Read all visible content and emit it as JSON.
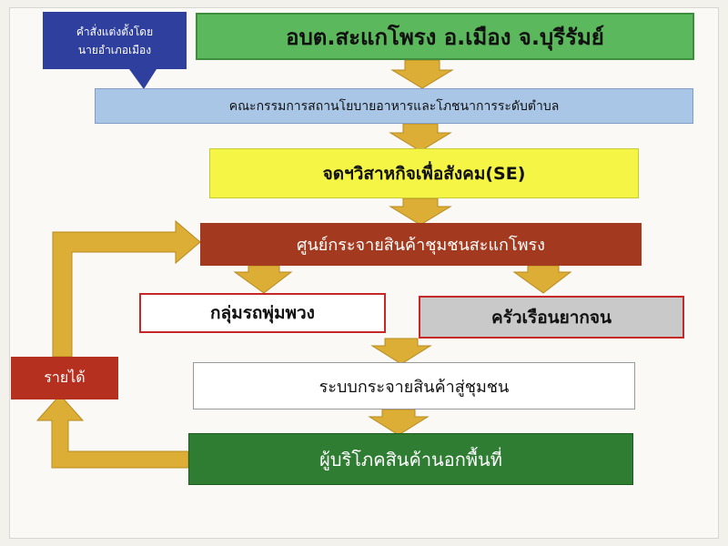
{
  "note": {
    "line1": "คำสั่งแต่งตั้งโดย",
    "line2": "นายอำเภอเมือง"
  },
  "boxes": {
    "top": "อบต.สะแกโพรง อ.เมือง จ.บุรีรัมย์",
    "committee": "คณะกรรมการสถานโยบายอาหารและโภชนาการระดับตำบล",
    "se": "จดฯวิสาหกิจเพื่อสังคม(SE)",
    "center": "ศูนย์กระจายสินค้าชุมชนสะแกโพรง",
    "group": "กลุ่มรถพุ่มพวง",
    "poor": "ครัวเรือนยากจน",
    "system": "ระบบกระจายสินค้าสู่ชุมชน",
    "consumer": "ผู้บริโภคสินค้านอกพื้นที่",
    "income": "รายได้"
  },
  "colors": {
    "arrow": "#dcae36",
    "arrow_stroke": "#b8891e",
    "top_bg": "#5cb85c",
    "committee_bg": "#a9c6e6",
    "se_bg": "#f5f545",
    "center_bg": "#a33a1f",
    "poor_bg": "#c9c9c9",
    "system_bg": "#ffffff",
    "consumer_bg": "#2e7d32",
    "income_bg": "#b5301f",
    "note_bg": "#2f3f9e",
    "red_border": "#c62828"
  }
}
